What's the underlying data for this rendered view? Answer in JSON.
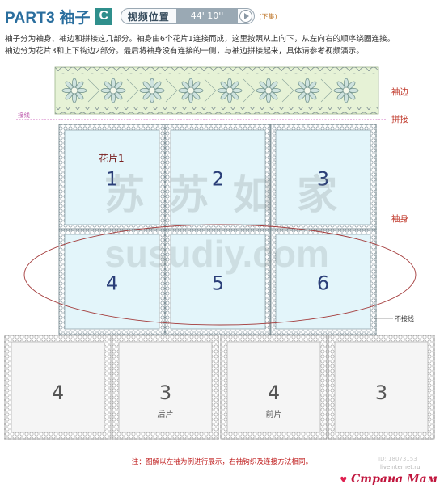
{
  "header": {
    "part_title": "PART3 袖子",
    "part_badge": "C",
    "video_label": "视频位置",
    "video_time": "44' 10''",
    "video_part": "(下集)"
  },
  "intro": {
    "line1": "袖子分为袖身、袖边和拼接这几部分。袖身由6个花片1连接而成，这里按照从上向下，从左向右的顺序绕圈连接。",
    "line2": "袖边分为花片3和上下钩边2部分。最后将袖身没有连接的一侧，与袖边拼接起来，具体请参考视频演示。"
  },
  "labels": {
    "cuff": "袖边",
    "join": "拼接",
    "join_line": "接线",
    "body": "袖身",
    "not_joined": "不接线",
    "motif": "花片1",
    "back": "后片",
    "front": "前片"
  },
  "sleeve_numbers": [
    "1",
    "2",
    "3",
    "4",
    "5",
    "6"
  ],
  "bottom_numbers": [
    "4",
    "3",
    "4",
    "3"
  ],
  "watermark_cn": "苏 苏 如 家",
  "watermark_en": "susudiy.com",
  "note": "注：图解以左袖为例进行展示，右袖钩织及连接方法相同。",
  "credits": {
    "liveinternet": "liveinternet.ru",
    "id": "ID: 18073153",
    "stranamam": "Страна Мам"
  },
  "colors": {
    "title_blue": "#2a6e9e",
    "badge_teal": "#2f8f8c",
    "label_red": "#c0392b",
    "panel_fill": "#e3f5fa",
    "cuff_fill": "#e6f2d6",
    "join_line": "#d070c0",
    "number_blue": "#2a3e78"
  }
}
